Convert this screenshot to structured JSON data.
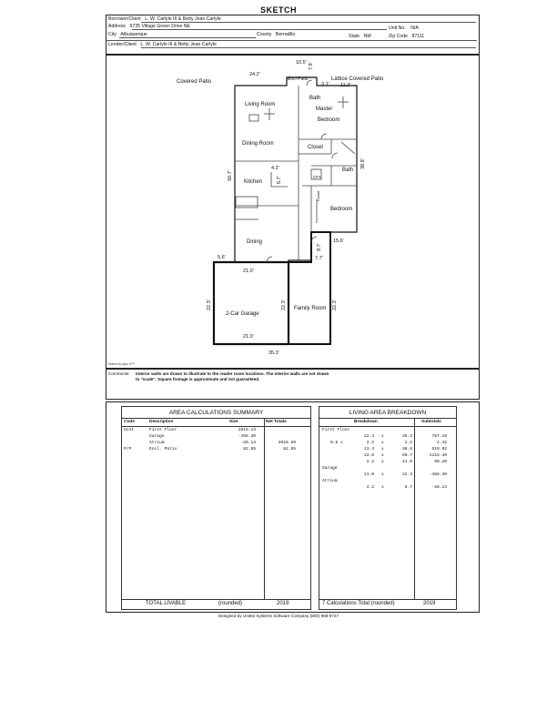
{
  "page_title": "SKETCH",
  "header": {
    "borrower_label": "Borrower/Client",
    "borrower": "L. W. Carlyle III & Betty Jean Carlyle",
    "address_label": "Address",
    "address": "9735 Village Green Drive NE",
    "unit_label": "Unit No.",
    "unit": "N/A",
    "city_label": "City",
    "city": "Albuquerque",
    "county_label": "County",
    "county": "Bernalillo",
    "state_label": "State",
    "state": "NM",
    "zip_label": "Zip Code",
    "zip": "87111",
    "lender_label": "Lender/Client",
    "lender": "L. W. Carlyle III & Betty Jean Carlyle"
  },
  "sketch": {
    "rooms": {
      "living_room": "Living Room",
      "dining_room": "Dining Room",
      "kitchen": "Kitchen",
      "dining": "Dining",
      "bath": "Bath",
      "master_bedroom_1": "Master",
      "master_bedroom_2": "Bedroom",
      "closet": "Closet",
      "closet2": "Closet",
      "bath2": "Bath",
      "cfa": "CFA",
      "bedroom": "Bedroom",
      "garage": "2-Car Garage",
      "family_room": "Family Room",
      "covered_patio": "Covered Patio",
      "lattice_patio": "Lattice Covered Patio",
      "encl_patio": "Encl Patio"
    },
    "dims": {
      "d10_5": "10.5'",
      "d7_9": "7.9'",
      "d24_2": "24.2'",
      "d3_1": "3.1'",
      "d11_2": "11.2'",
      "d38_8": "38.8'",
      "d50_7": "50.7'",
      "d4_2": "4.2'",
      "d6_7": "6.7'",
      "d15_6": "15.6'",
      "d9_7": "9.7'",
      "d7_7": "7.7'",
      "d5_6": "5.6'",
      "d21_0_top": "21.0'",
      "d22_3_left": "22.3'",
      "d22_3_mid": "22.3'",
      "d22_3_right": "22.3'",
      "d21_0_bot": "21.0'",
      "d35_3": "35.3'"
    },
    "sketch_credit": "Sketch by Apex IV™"
  },
  "comments": {
    "label": "Comments:",
    "text1": "Interior walls are drawn to illustrate to the reader room locations. The interior walls are not drawn",
    "text2": "to \"scale\". Square footage is approximate and not guaranteed."
  },
  "area_summary": {
    "title": "AREA CALCULATIONS SUMMARY",
    "headers": {
      "code": "Code",
      "description": "Description",
      "size": "Size",
      "net": "Net Totals"
    },
    "rows": [
      {
        "code": "GLA1",
        "desc": "First Floor",
        "size": "2515.13",
        "net": ""
      },
      {
        "code": "",
        "desc": "Garage",
        "size": "-468.30",
        "net": ""
      },
      {
        "code": "",
        "desc": "Atrium",
        "size": "-28.14",
        "net": "2018.69"
      },
      {
        "code": "P/P",
        "desc": "Encl. Patio",
        "size": "82.95",
        "net": "82.95"
      }
    ],
    "total_label": "TOTAL LIVABLE",
    "total_note": "(rounded)",
    "total_value": "2019"
  },
  "living_breakdown": {
    "title": "LIVING AREA BREAKDOWN",
    "headers": {
      "breakdown": "Breakdown",
      "subtotals": "Subtotals"
    },
    "rows": [
      {
        "label": "First Floor",
        "pre": "",
        "a": "",
        "b": "",
        "sub": ""
      },
      {
        "label": "",
        "pre": "",
        "a": "22.3",
        "b": "35.3",
        "sub": "787.19"
      },
      {
        "label": "",
        "pre": "0.5 x",
        "a": "2.2",
        "b": "2.2",
        "sub": "2.42"
      },
      {
        "label": "",
        "pre": "",
        "a": "13.4",
        "b": "38.8",
        "sub": "519.92"
      },
      {
        "label": "",
        "pre": "",
        "a": "22.0",
        "b": "50.7",
        "sub": "1115.40"
      },
      {
        "label": "",
        "pre": "",
        "a": "2.2",
        "b": "41.0",
        "sub": "90.20"
      },
      {
        "label": "Garage",
        "pre": "",
        "a": "",
        "b": "",
        "sub": ""
      },
      {
        "label": "",
        "pre": "",
        "a": "21.0",
        "b": "22.3",
        "sub": "-468.30"
      },
      {
        "label": "Atrium",
        "pre": "",
        "a": "",
        "b": "",
        "sub": ""
      },
      {
        "label": "",
        "pre": "",
        "a": "4.2",
        "b": "6.7",
        "sub": "-28.14"
      }
    ],
    "times": "x",
    "total_label": "7 Calculations Total (rounded)",
    "total_value": "2019"
  },
  "footer": "Designed by United Systems Software Company (800) 968-8727"
}
